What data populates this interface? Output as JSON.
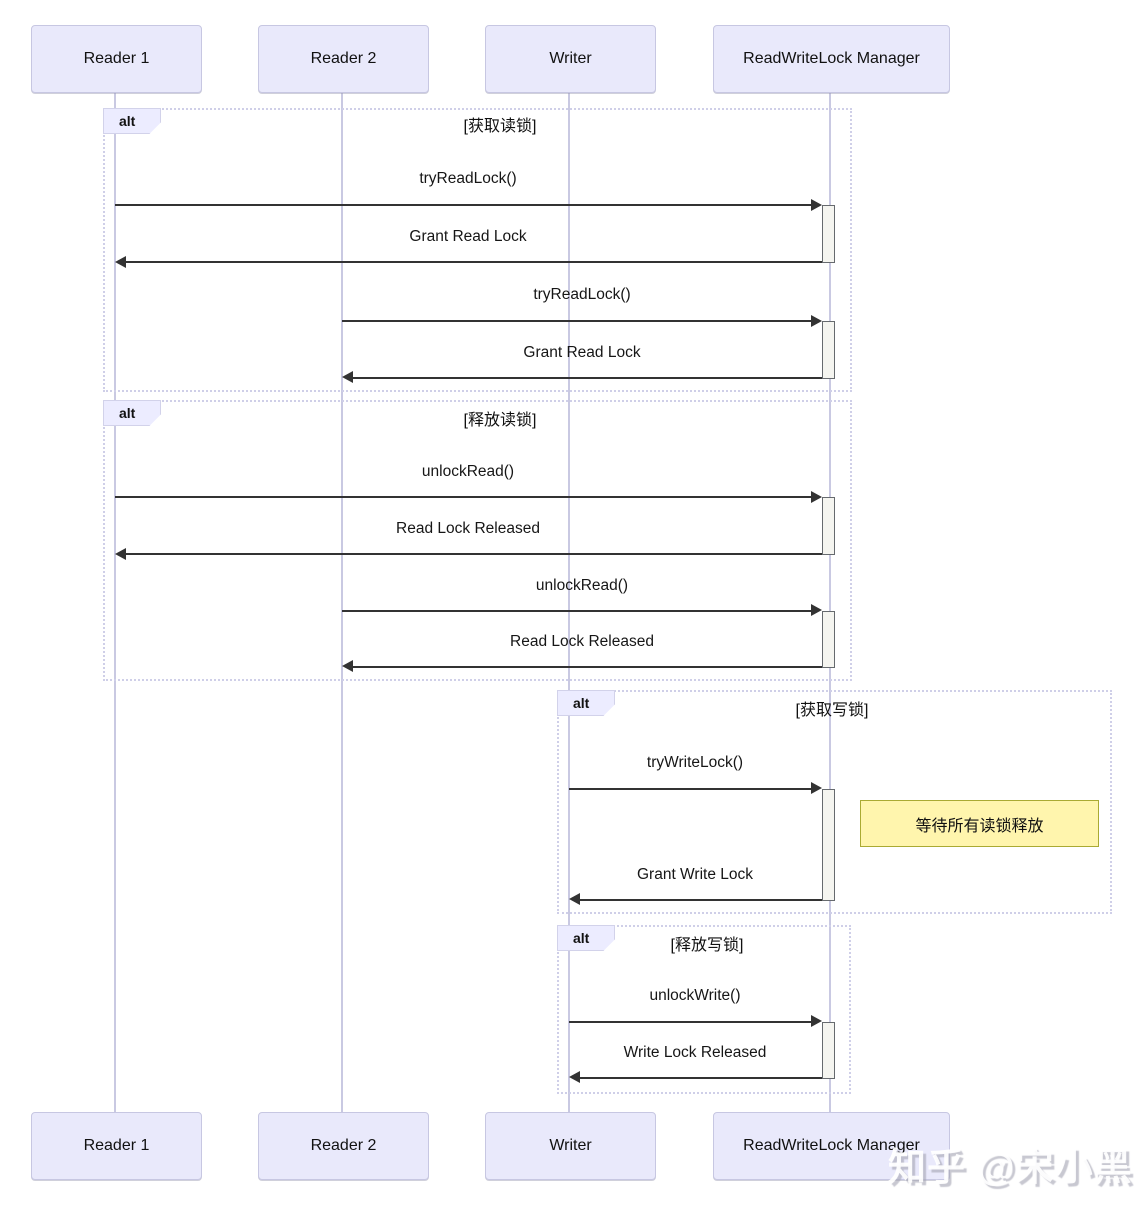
{
  "diagram": {
    "type": "sequence-diagram",
    "participants": [
      {
        "name": "Reader 1"
      },
      {
        "name": "Reader 2"
      },
      {
        "name": "Writer"
      },
      {
        "name": "ReadWriteLock Manager"
      }
    ],
    "frames": [
      {
        "label": "alt",
        "condition": "[获取读锁]"
      },
      {
        "label": "alt",
        "condition": "[释放读锁]"
      },
      {
        "label": "alt",
        "condition": "[获取写锁]"
      },
      {
        "label": "alt",
        "condition": "[释放写锁]"
      }
    ],
    "messages": [
      {
        "from": "Reader 1",
        "to": "ReadWriteLock Manager",
        "text": "tryReadLock()"
      },
      {
        "from": "ReadWriteLock Manager",
        "to": "Reader 1",
        "text": "Grant Read Lock"
      },
      {
        "from": "Reader 2",
        "to": "ReadWriteLock Manager",
        "text": "tryReadLock()"
      },
      {
        "from": "ReadWriteLock Manager",
        "to": "Reader 2",
        "text": "Grant Read Lock"
      },
      {
        "from": "Reader 1",
        "to": "ReadWriteLock Manager",
        "text": "unlockRead()"
      },
      {
        "from": "ReadWriteLock Manager",
        "to": "Reader 1",
        "text": "Read Lock Released"
      },
      {
        "from": "Reader 2",
        "to": "ReadWriteLock Manager",
        "text": "unlockRead()"
      },
      {
        "from": "ReadWriteLock Manager",
        "to": "Reader 2",
        "text": "Read Lock Released"
      },
      {
        "from": "Writer",
        "to": "ReadWriteLock Manager",
        "text": "tryWriteLock()"
      },
      {
        "from": "ReadWriteLock Manager",
        "to": "Writer",
        "text": "Grant Write Lock"
      },
      {
        "from": "Writer",
        "to": "ReadWriteLock Manager",
        "text": "unlockWrite()"
      },
      {
        "from": "ReadWriteLock Manager",
        "to": "Writer",
        "text": "Write Lock Released"
      }
    ],
    "note": {
      "text": "等待所有读锁释放",
      "attached_to": "ReadWriteLock Manager"
    },
    "watermark": "知乎 @宋小黑",
    "colors": {
      "participant_fill": "#e9e9fb",
      "participant_border": "#c7c7e2",
      "frame_border": "#cfcfe8",
      "note_fill": "#fff5ad",
      "note_border": "#aaaa33",
      "arrow": "#333333",
      "activation_fill": "#f5f5f0"
    }
  }
}
